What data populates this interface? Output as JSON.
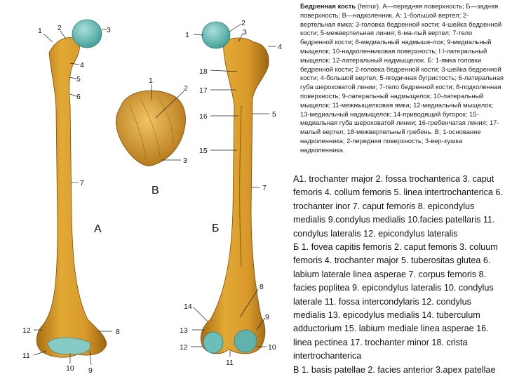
{
  "caption_ru": {
    "title": "Бедренная кость",
    "latin": "(femur).",
    "text": "А—передняя поверхность; Б—задняя поверхность; В—надколенник. А: 1-большой вертел; 2-вертельная ямка; 3-головка бедренной кости; 4-шейка бедренной кости; 5-межвертельная линия; 6-ма-лый вертел; 7-тело бедренной кости; 8-медиальный надмыше-лок; 9-медиальный мыщелок; 10-надколенниковая поверхность; I I-латеральный мыщелок; 12-латеральный надмыщелок. Б: 1-ямка головки бедренной кости; 2-головка бедренной кости; 3-шейка бедренной кости; 4-большой вертел; 5-ягодичная бугристость; 6-латеральная губа шероховатой линии; 7-тело бедренной кости; 8-подколенная поверхность; 9-латеральный надмыщелок; 10-латеральный мыщелок; 11-межмыщелковая ямка; 12-медиальный мыщелок; 13-медиальный надмыщелок; 14-приводящий бугорок; 15-медиальная губа шероховатой линии; 16-гребенчатая линия; 17-малый вертел; 18-межвертельный гребень. В; 1-основание надколенника; 2-передняя поверхность; 3-вер-хушка надколенника."
  },
  "caption_lat": {
    "a_letter": "А",
    "a_text": "1. trochanter major 2. fossa trochanterica 3. caput femoris 4. collum femoris 5. linea intertrochanterica 6. trochanter inor 7. caput femoris 8. epicondylus medialis 9.condylus medialis 10.facies patellaris 11. condylus lateralis 12. epicondylus lateralis",
    "b_letter": "Б",
    "b_text": " 1. fovea capitis femoris 2. caput femoris 3. coluum femoris 4. trochanter major 5. tuberositas glutea 6. labium laterale linea asperae  7. corpus femoris 8. facies poplitea 9. epicondylus lateralis 10. condylus laterale 11. fossa intercondylaris 12. condylus medialis 13. epicodylus medialis 14. tuberculum adductorium 15. labium mediale linea asperae  16. linea pectinea 17. trochanter minor 18. crista intertrochanterica",
    "v_letter": "В",
    "v_text": " 1. basis patellae 2. facies anterior 3.apex patellae"
  },
  "figure": {
    "panel_a": "А",
    "panel_b": "Б",
    "panel_v": "В",
    "labels_a": [
      "1",
      "2",
      "3",
      "4",
      "5",
      "6",
      "7",
      "8",
      "12",
      "11",
      "10",
      "9"
    ],
    "labels_v": [
      "1",
      "2",
      "3"
    ],
    "labels_b": [
      "1",
      "2",
      "3",
      "4",
      "18",
      "17",
      "5",
      "16",
      "15",
      "7",
      "8",
      "14",
      "9",
      "13",
      "12",
      "10",
      "11"
    ],
    "colors": {
      "bone": "#d4951f",
      "bone_light": "#ecbe55",
      "bone_dark": "#9a6410",
      "cartilage": "#5fb9b2"
    }
  }
}
